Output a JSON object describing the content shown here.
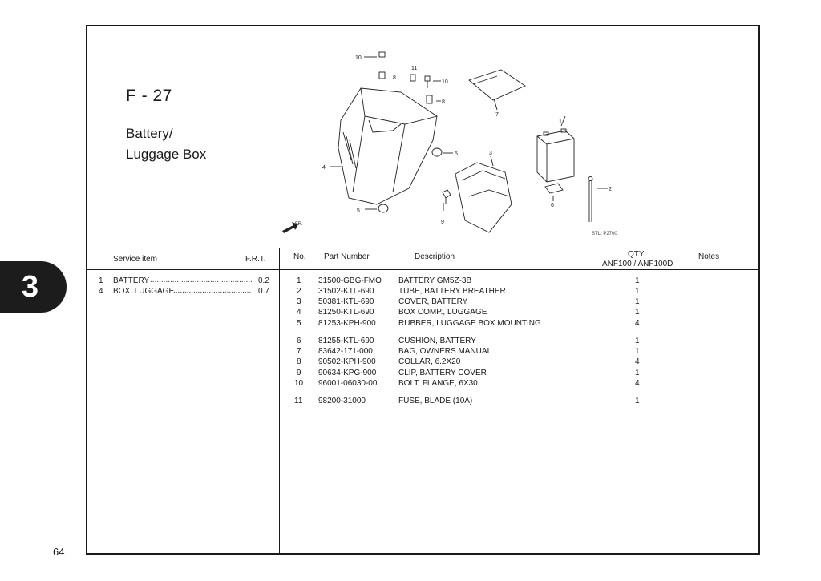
{
  "figure": {
    "code": "F - 27",
    "title_line1": "Battery/",
    "title_line2": "Luggage Box",
    "diagram_code": "STLI  P2700",
    "fr_label": "FR.",
    "callouts": [
      "10",
      "8",
      "11",
      "10",
      "8",
      "7",
      "1",
      "4",
      "5",
      "3",
      "2",
      "6",
      "9",
      "5"
    ]
  },
  "service": {
    "header_item": "Service item",
    "header_frt": "F.R.T.",
    "rows": [
      {
        "no": "1",
        "item": "BATTERY",
        "frt": "0.2"
      },
      {
        "no": "4",
        "item": "BOX, LUGGAGE",
        "frt": "0.7"
      }
    ]
  },
  "parts": {
    "header_no": "No.",
    "header_part": "Part Number",
    "header_desc": "Description",
    "header_qty": "QTY",
    "header_models": "ANF100 / ANF100D",
    "header_notes": "Notes",
    "rows": [
      {
        "no": "1",
        "part": "31500-GBG-FMO",
        "desc": "BATTERY GM5Z-3B",
        "qty": "1"
      },
      {
        "no": "2",
        "part": "31502-KTL-690",
        "desc": "TUBE, BATTERY BREATHER",
        "qty": "1"
      },
      {
        "no": "3",
        "part": "50381-KTL-690",
        "desc": "COVER, BATTERY",
        "qty": "1"
      },
      {
        "no": "4",
        "part": "81250-KTL-690",
        "desc": "BOX COMP., LUGGAGE",
        "qty": "1"
      },
      {
        "no": "5",
        "part": "81253-KPH-900",
        "desc": "RUBBER, LUGGAGE BOX MOUNTING",
        "qty": "4"
      },
      {
        "no": "6",
        "part": "81255-KTL-690",
        "desc": "CUSHION, BATTERY",
        "qty": "1"
      },
      {
        "no": "7",
        "part": "83642-171-000",
        "desc": "BAG, OWNERS MANUAL",
        "qty": "1"
      },
      {
        "no": "8",
        "part": "90502-KPH-900",
        "desc": "COLLAR, 6.2X20",
        "qty": "4"
      },
      {
        "no": "9",
        "part": "90634-KPG-900",
        "desc": "CLIP, BATTERY COVER",
        "qty": "1"
      },
      {
        "no": "10",
        "part": "96001-06030-00",
        "desc": "BOLT, FLANGE, 6X30",
        "qty": "4"
      },
      {
        "no": "11",
        "part": "98200-31000",
        "desc": "FUSE, BLADE (10A)",
        "qty": "1"
      }
    ]
  },
  "section_tab": "3",
  "page_number": "64"
}
